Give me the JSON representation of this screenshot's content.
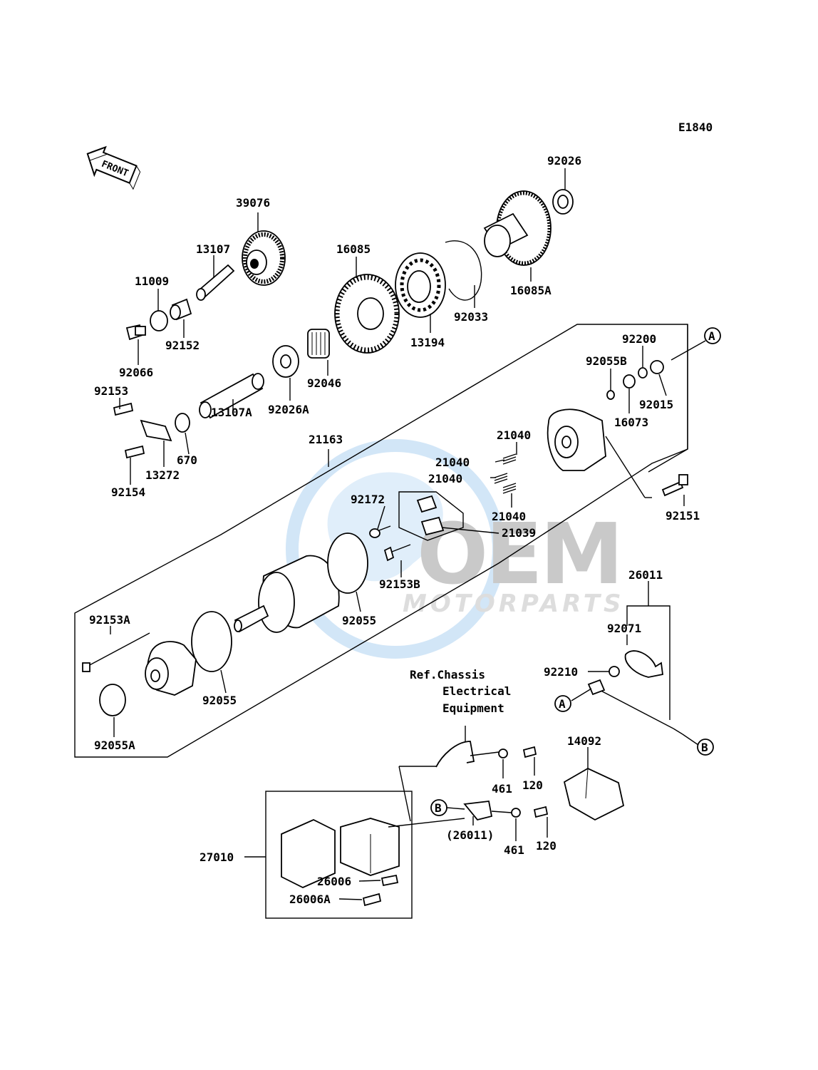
{
  "diagram_code": "E1840",
  "front_label": "FRONT",
  "reference_note": [
    "Ref.Chassis",
    "Electrical",
    "Equipment"
  ],
  "watermark": {
    "brand": "OEM",
    "subtitle": "MOTORPARTS",
    "color": "#6fa8dc"
  },
  "markers": [
    "A",
    "B"
  ],
  "part_labels": [
    "92026",
    "39076",
    "13107",
    "16085",
    "11009",
    "16085A",
    "92152",
    "92033",
    "13194",
    "92066",
    "92200",
    "92046",
    "92153",
    "92055B",
    "92026A",
    "13107A",
    "92015",
    "16073",
    "670",
    "21163",
    "21040",
    "13272",
    "21040",
    "92154",
    "21040",
    "92172",
    "21040",
    "21039",
    "92151",
    "92153B",
    "26011",
    "92055",
    "92153A",
    "92071",
    "92210",
    "92055",
    "92055A",
    "14092",
    "461",
    "120",
    "(26011)",
    "461",
    "120",
    "27010",
    "26006",
    "26006A"
  ]
}
